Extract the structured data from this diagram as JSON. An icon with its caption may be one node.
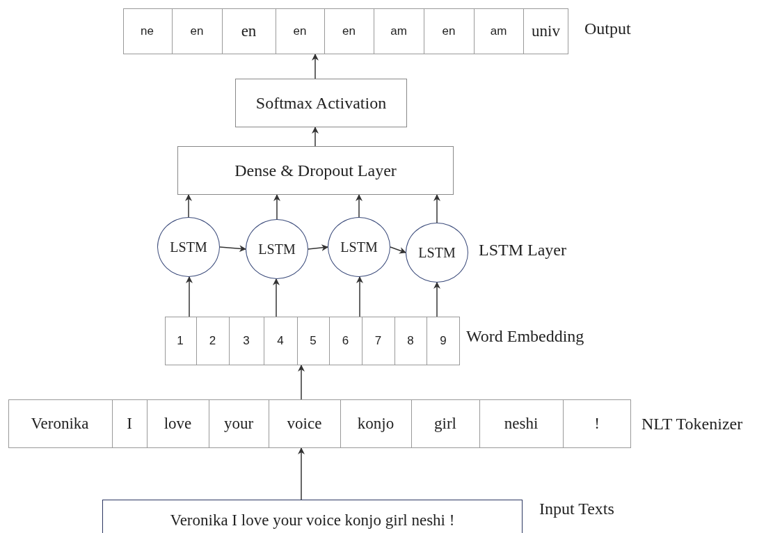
{
  "diagram": {
    "nodes": [
      {
        "text": [],
        "shape": "box",
        "beside": [
          "Output"
        ]
      },
      {
        "text": [
          "ne"
        ],
        "in": 0
      },
      {
        "text": [
          "en"
        ],
        "in": 0
      },
      {
        "text": [
          "en"
        ],
        "in": 0
      },
      {
        "text": [
          "en"
        ],
        "in": 0
      },
      {
        "text": [
          "en"
        ],
        "in": 0
      },
      {
        "text": [
          "am"
        ],
        "in": 0
      },
      {
        "text": [
          "en"
        ],
        "in": 0
      },
      {
        "text": [
          "am"
        ],
        "in": 0
      },
      {
        "text": [
          "univ"
        ],
        "in": 0
      },
      {
        "text": [
          "Softmax Activation"
        ]
      },
      {
        "text": [
          "Dense & Dropout Layer"
        ]
      },
      {
        "text": [
          "LSTM"
        ]
      },
      {
        "text": [
          "LSTM"
        ]
      },
      {
        "text": [
          "LSTM"
        ]
      },
      {
        "text": [
          "LSTM"
        ],
        "beside": [
          "LSTM Layer"
        ]
      },
      {
        "text": [],
        "shape": "box",
        "beside": [
          "Word Embedding"
        ]
      },
      {
        "text": [
          "1"
        ],
        "in": 16
      },
      {
        "text": [
          "2"
        ],
        "in": 16
      },
      {
        "text": [
          "3"
        ],
        "in": 16
      },
      {
        "text": [
          "4"
        ],
        "in": 16
      },
      {
        "text": [
          "5"
        ],
        "in": 16
      },
      {
        "text": [
          "6"
        ],
        "in": 16
      },
      {
        "text": [
          "7"
        ],
        "in": 16
      },
      {
        "text": [
          "8"
        ],
        "in": 16
      },
      {
        "text": [
          "9"
        ],
        "in": 16
      },
      {
        "text": [],
        "shape": "box",
        "beside": [
          "NLT Tokenizer"
        ]
      },
      {
        "text": [
          "Veronika"
        ],
        "in": 26
      },
      {
        "text": [
          "I"
        ],
        "in": 26
      },
      {
        "text": [
          "love"
        ],
        "in": 26
      },
      {
        "text": [
          "your"
        ],
        "in": 26
      },
      {
        "text": [
          "voice"
        ],
        "in": 26
      },
      {
        "text": [
          "konjo"
        ],
        "in": 26
      },
      {
        "text": [
          "girl"
        ],
        "in": 26
      },
      {
        "text": [
          "neshi"
        ],
        "in": 26
      },
      {
        "text": [
          "!"
        ],
        "in": 26
      },
      {
        "text": [
          "Veronika I love your voice konjo girl neshi !"
        ],
        "beside": [
          "Input Texts"
        ]
      }
    ],
    "edges": [
      {
        "from": 10,
        "to": 0,
        "arrow": "to"
      },
      {
        "from": 11,
        "to": 10,
        "arrow": "to"
      },
      {
        "from": 12,
        "to": 11,
        "arrow": "to"
      },
      {
        "from": 13,
        "to": 11,
        "arrow": "to"
      },
      {
        "from": 14,
        "to": 11,
        "arrow": "to"
      },
      {
        "from": 15,
        "to": 11,
        "arrow": "to"
      },
      {
        "from": 12,
        "to": 13,
        "arrow": "to"
      },
      {
        "from": 13,
        "to": 14,
        "arrow": "to"
      },
      {
        "from": 14,
        "to": 15,
        "arrow": "to"
      },
      {
        "from": 17,
        "to": 12,
        "arrow": "to"
      },
      {
        "from": 20,
        "to": 13,
        "arrow": "to"
      },
      {
        "from": 22,
        "to": 14,
        "arrow": "to"
      },
      {
        "from": 25,
        "to": 15,
        "arrow": "to"
      },
      {
        "from": 26,
        "to": 16,
        "arrow": "to"
      },
      {
        "from": 36,
        "to": 26,
        "arrow": "to"
      }
    ]
  }
}
